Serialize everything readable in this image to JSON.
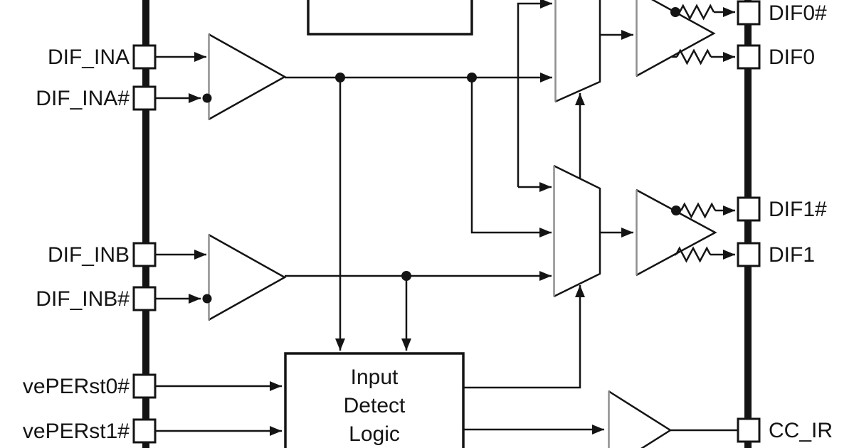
{
  "pins": {
    "left": [
      {
        "id": "dif-ina",
        "label": "DIF_INA"
      },
      {
        "id": "dif-ina-n",
        "label": "DIF_INA#"
      },
      {
        "id": "dif-inb",
        "label": "DIF_INB"
      },
      {
        "id": "dif-inb-n",
        "label": "DIF_INB#"
      },
      {
        "id": "veperst0-n",
        "label": "vePERst0#"
      },
      {
        "id": "veperst1-n",
        "label": "vePERst1#"
      }
    ],
    "right": [
      {
        "id": "dif0-n",
        "label": "DIF0#"
      },
      {
        "id": "dif0",
        "label": "DIF0"
      },
      {
        "id": "dif1-n",
        "label": "DIF1#"
      },
      {
        "id": "dif1",
        "label": "DIF1"
      },
      {
        "id": "cc-ir",
        "label": "CC_IR"
      }
    ]
  },
  "blocks": {
    "input_detect_logic": {
      "line1": "Input",
      "line2": "Detect",
      "line3": "Logic"
    }
  },
  "colors": {
    "wire": "#141414",
    "block_edge_gray": "#8f8f8f",
    "background": "#ffffff",
    "text": "#141414"
  }
}
